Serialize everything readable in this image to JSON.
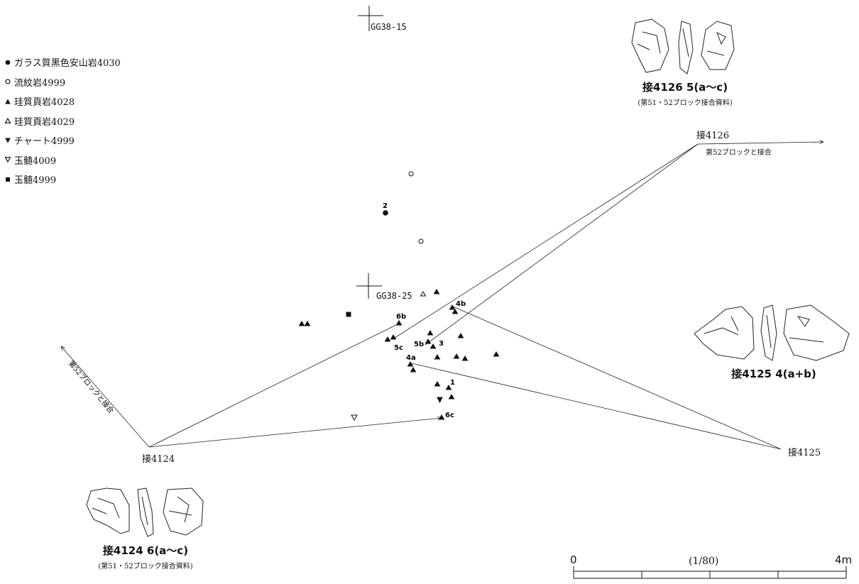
{
  "legend": [
    {
      "symbol": "circle-filled",
      "label": "ガラス質黒色安山岩4030"
    },
    {
      "symbol": "circle-open",
      "label": "流紋岩4999"
    },
    {
      "symbol": "triangle-up-filled",
      "label": "珪質頁岩4028"
    },
    {
      "symbol": "triangle-up-open",
      "label": "珪質頁岩4029"
    },
    {
      "symbol": "triangle-down-filled",
      "label": "チャート4999"
    },
    {
      "symbol": "triangle-down-open",
      "label": "玉髄4009"
    },
    {
      "symbol": "square-filled",
      "label": "玉髄4999"
    }
  ],
  "grid": {
    "top": "GG38-15",
    "middle": "GG38-25"
  },
  "joins": {
    "j4126": {
      "label": "接4126",
      "note": "第52ブロックと接合"
    },
    "j4125": {
      "label": "接4125"
    },
    "j4124": {
      "label": "接4124",
      "note": "第52ブロックと接合"
    }
  },
  "captions": {
    "c4126": {
      "title": "接4126 5(a〜c)",
      "sub": "(第51・52ブロック接合資料)"
    },
    "c4125": {
      "title": "接4125 4(a+b)"
    },
    "c4124": {
      "title": "接4124 6(a〜c)",
      "sub": "(第51・52ブロック接合資料)"
    }
  },
  "point_labels": {
    "p2": "2",
    "p6b": "6b",
    "p4b": "4b",
    "p5c": "5c",
    "p5b": "5b",
    "p3": "3",
    "p4a": "4a",
    "p1": "1",
    "p6c": "6c"
  },
  "scale": {
    "zero": "0",
    "ratio": "(1/80)",
    "end": "4m"
  }
}
